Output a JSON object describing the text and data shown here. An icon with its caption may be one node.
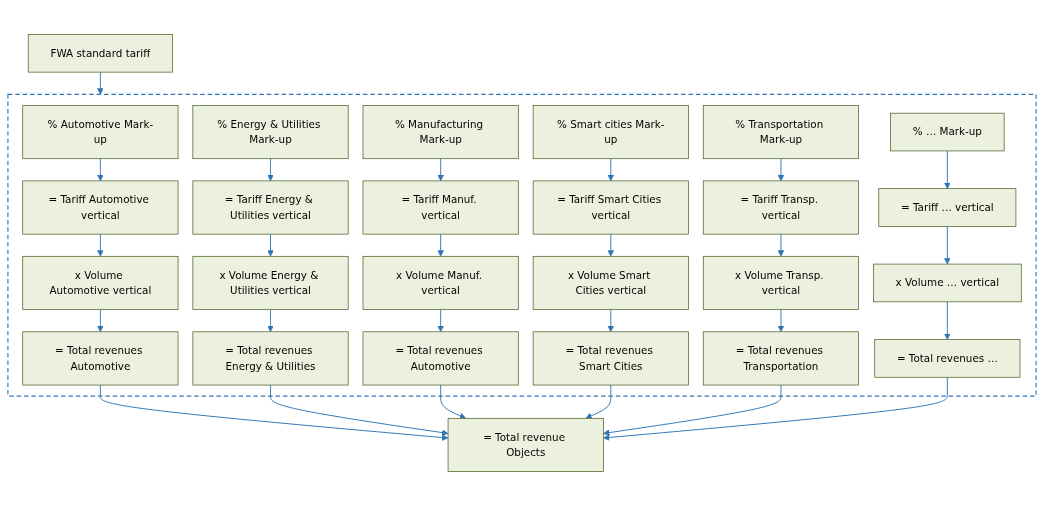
{
  "diagram": {
    "nodes": [
      {
        "text": [
          "FWA standard tariff"
        ]
      },
      {
        "text": [],
        "shape": "box"
      },
      {
        "text": [
          "% Automotive Mark-up"
        ],
        "in": 1
      },
      {
        "text": [
          "% Energy & Utilities Mark-up"
        ],
        "in": 1
      },
      {
        "text": [
          "% Manufacturing Mark-up"
        ],
        "in": 1
      },
      {
        "text": [
          "% Smart cities Mark-up"
        ],
        "in": 1
      },
      {
        "text": [
          "% Transportation Mark-up"
        ],
        "in": 1
      },
      {
        "text": [
          "% … Mark-up"
        ],
        "in": 1
      },
      {
        "text": [
          "= Tariff Automotive vertical"
        ],
        "in": 1
      },
      {
        "text": [
          "= Tariff Energy & Utilities vertical"
        ],
        "in": 1
      },
      {
        "text": [
          "= Tariff Manuf. vertical"
        ],
        "in": 1
      },
      {
        "text": [
          "= Tariff Smart Cities vertical"
        ],
        "in": 1
      },
      {
        "text": [
          "= Tariff Transp. vertical"
        ],
        "in": 1
      },
      {
        "text": [
          "= Tariff … vertical"
        ],
        "in": 1
      },
      {
        "text": [
          "x Volume Automotive vertical"
        ],
        "in": 1
      },
      {
        "text": [
          "x Volume Energy & Utilities vertical"
        ],
        "in": 1
      },
      {
        "text": [
          "x Volume Manuf. vertical"
        ],
        "in": 1
      },
      {
        "text": [
          "x Volume Smart Cities vertical"
        ],
        "in": 1
      },
      {
        "text": [
          "x Volume Transp. vertical"
        ],
        "in": 1
      },
      {
        "text": [
          "x Volume … vertical"
        ],
        "in": 1
      },
      {
        "text": [
          "= Total revenues Automotive"
        ],
        "in": 1
      },
      {
        "text": [
          "= Total revenues Energy & Utilities"
        ],
        "in": 1
      },
      {
        "text": [
          "= Total revenues Automotive"
        ],
        "in": 1
      },
      {
        "text": [
          "= Total revenues Smart Cities"
        ],
        "in": 1
      },
      {
        "text": [
          "= Total revenues Transportation"
        ],
        "in": 1
      },
      {
        "text": [
          "= Total revenues …"
        ],
        "in": 1
      },
      {
        "text": [
          "= Total revenue Objects"
        ]
      }
    ],
    "edges": [
      {
        "from": 0,
        "to": 1,
        "arrow": "to"
      },
      {
        "from": 2,
        "to": 8,
        "arrow": "to"
      },
      {
        "from": 8,
        "to": 14,
        "arrow": "to"
      },
      {
        "from": 14,
        "to": 20,
        "arrow": "to"
      },
      {
        "from": 3,
        "to": 9,
        "arrow": "to"
      },
      {
        "from": 9,
        "to": 15,
        "arrow": "to"
      },
      {
        "from": 15,
        "to": 21,
        "arrow": "to"
      },
      {
        "from": 4,
        "to": 10,
        "arrow": "to"
      },
      {
        "from": 10,
        "to": 16,
        "arrow": "to"
      },
      {
        "from": 16,
        "to": 22,
        "arrow": "to"
      },
      {
        "from": 5,
        "to": 11,
        "arrow": "to"
      },
      {
        "from": 11,
        "to": 17,
        "arrow": "to"
      },
      {
        "from": 17,
        "to": 23,
        "arrow": "to"
      },
      {
        "from": 6,
        "to": 12,
        "arrow": "to"
      },
      {
        "from": 12,
        "to": 18,
        "arrow": "to"
      },
      {
        "from": 18,
        "to": 24,
        "arrow": "to"
      },
      {
        "from": 7,
        "to": 13,
        "arrow": "to"
      },
      {
        "from": 13,
        "to": 19,
        "arrow": "to"
      },
      {
        "from": 19,
        "to": 25,
        "arrow": "to"
      },
      {
        "from": 20,
        "to": 26,
        "arrow": "to"
      },
      {
        "from": 21,
        "to": 26,
        "arrow": "to"
      },
      {
        "from": 22,
        "to": 26,
        "arrow": "to"
      },
      {
        "from": 23,
        "to": 26,
        "arrow": "to"
      },
      {
        "from": 24,
        "to": 26,
        "arrow": "to"
      },
      {
        "from": 25,
        "to": 26,
        "arrow": "to"
      }
    ]
  }
}
